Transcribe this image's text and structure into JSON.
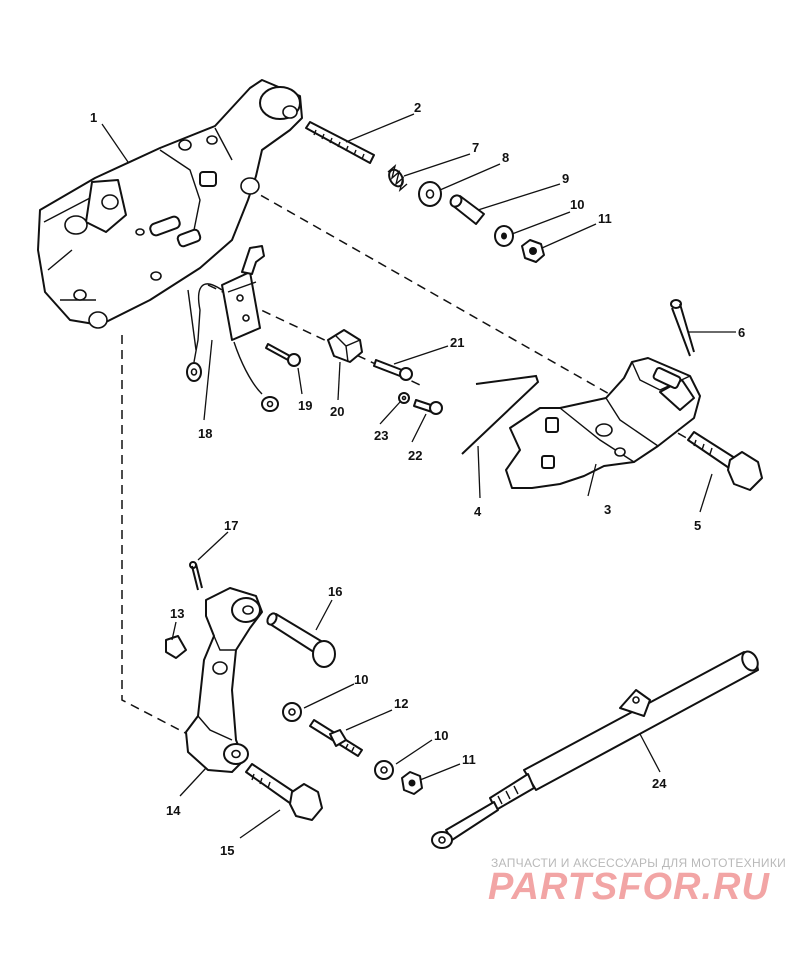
{
  "callouts": [
    "1",
    "2",
    "3",
    "4",
    "5",
    "6",
    "7",
    "8",
    "9",
    "10",
    "11",
    "12",
    "13",
    "14",
    "15",
    "16",
    "17",
    "18",
    "19",
    "20",
    "21",
    "22",
    "23",
    "24",
    "10",
    "10",
    "11"
  ],
  "watermark": {
    "caption": "ЗАПЧАСТИ И АКСЕССУАРЫ ДЛЯ МОТОТЕХНИКИ",
    "logo": "PARTSFOR.RU",
    "logo_color": "#f2a5a5"
  },
  "colors": {
    "line": "#111111",
    "background": "#ffffff",
    "watermark_caption": "#b9b9b9"
  }
}
